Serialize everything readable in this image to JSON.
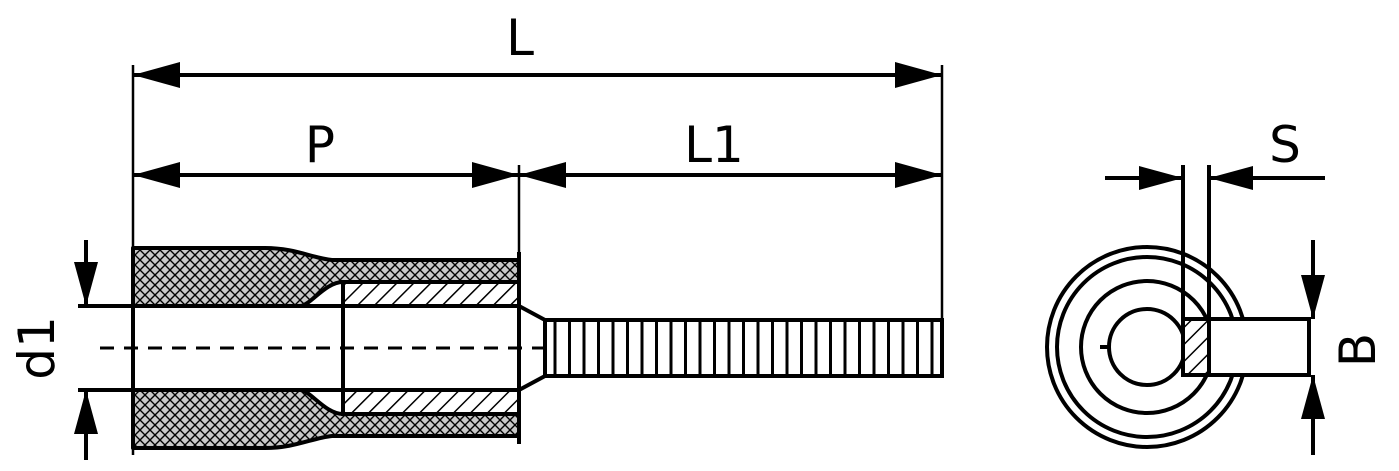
{
  "labels": {
    "L": "L",
    "P": "P",
    "L1": "L1",
    "d1": "d1",
    "S": "S",
    "B": "B"
  },
  "colors": {
    "line": "#000000",
    "insulation_fill": "#c8c8c8",
    "background": "#ffffff"
  }
}
